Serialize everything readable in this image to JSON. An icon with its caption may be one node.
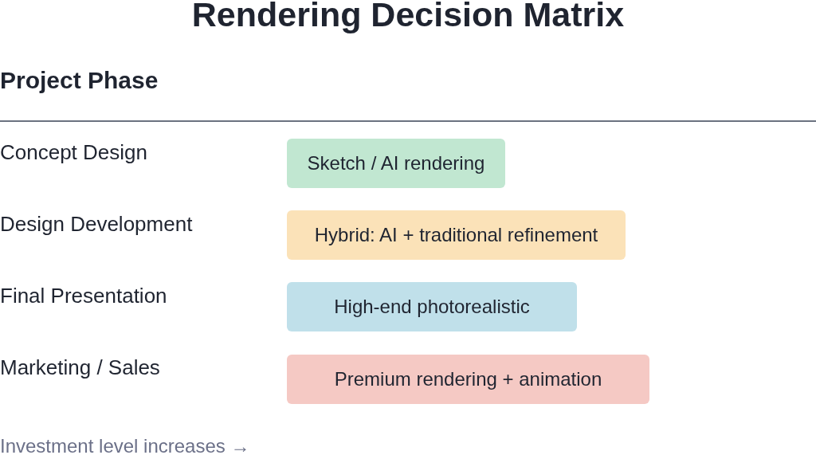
{
  "diagram": {
    "title": "Rendering Decision Matrix",
    "nodes": [
      {
        "text": [
          "Sketch / AI rendering"
        ]
      },
      {
        "text": [
          "Hybrid: AI + traditional refinement"
        ]
      },
      {
        "text": [
          "High-end photorealistic"
        ]
      },
      {
        "text": [
          "Premium rendering + animation"
        ]
      }
    ],
    "labels": [
      "Project Phase",
      "Concept Design",
      "Design Development",
      "Final Presentation",
      "Marketing / Sales",
      "Investment level increases →"
    ]
  }
}
